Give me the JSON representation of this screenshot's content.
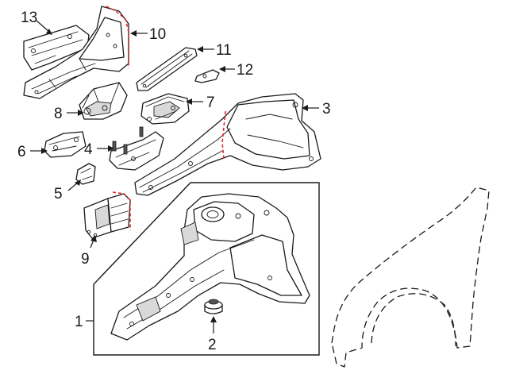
{
  "callouts": {
    "c1": "1",
    "c2": "2",
    "c3": "3",
    "c4": "4",
    "c5": "5",
    "c6": "6",
    "c7": "7",
    "c8": "8",
    "c9": "9",
    "c10": "10",
    "c11": "11",
    "c12": "12",
    "c13": "13"
  },
  "colors": {
    "line": "#1a1a1a",
    "cut_line": "#e0262b",
    "background": "#ffffff"
  }
}
